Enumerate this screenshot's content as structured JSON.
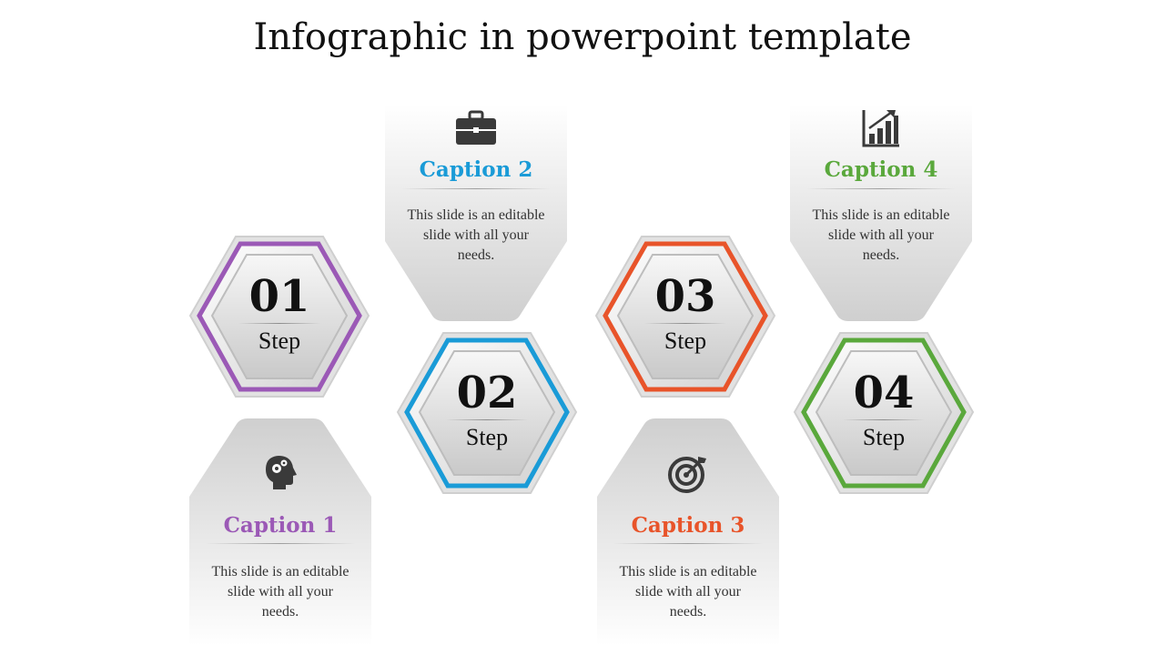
{
  "title": "Infographic in powerpoint template",
  "steps": [
    {
      "number": "01",
      "label": "Step",
      "caption": "Caption 1",
      "text": "This slide is an editable slide with all your needs.",
      "color": "#9b59b6",
      "icon": "head-gears-icon"
    },
    {
      "number": "02",
      "label": "Step",
      "caption": "Caption 2",
      "text": "This slide is an editable slide with all your needs.",
      "color": "#1a9bd7",
      "icon": "briefcase-icon"
    },
    {
      "number": "03",
      "label": "Step",
      "caption": "Caption 3",
      "text": "This slide is an editable slide with all your needs.",
      "color": "#e8542a",
      "icon": "target-icon"
    },
    {
      "number": "04",
      "label": "Step",
      "caption": "Caption 4",
      "text": "This slide is an editable slide with all your needs.",
      "color": "#5aa83c",
      "icon": "growth-chart-icon"
    }
  ],
  "caption_colors": [
    "#9b59b6",
    "#1a9bd7",
    "#e8542a",
    "#5aa83c"
  ]
}
